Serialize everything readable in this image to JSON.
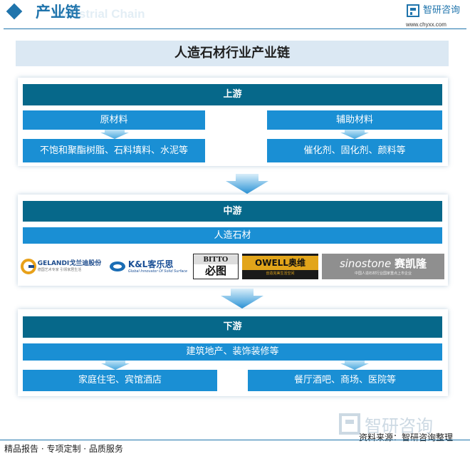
{
  "header": {
    "title": "产业链",
    "subtitle_en": "Industrial Chain",
    "brand_name": "智研咨询",
    "brand_url": "www.chyxx.com"
  },
  "main_title": "人造石材行业产业链",
  "upstream": {
    "label": "上游",
    "left": {
      "title": "原材料",
      "items": "不饱和聚酯树脂、石料填料、水泥等"
    },
    "right": {
      "title": "辅助材料",
      "items": "催化剂、固化剂、颜料等"
    }
  },
  "midstream": {
    "label": "中游",
    "product": "人造石材",
    "logos": [
      {
        "name": "GELANDI",
        "cn": "戈兰迪股份",
        "tagline": "德国艺术专家 引领家居生活"
      },
      {
        "name": "K&L",
        "cn": "客乐思",
        "tagline": "Global Innovator Of Solid Surface"
      },
      {
        "name": "BITTO",
        "cn": "必图"
      },
      {
        "name": "OWELL",
        "cn": "奥维",
        "tagline": "创造完美生活空间"
      },
      {
        "name": "sinostone",
        "cn": "赛凯隆",
        "tagline": "中国人造石材行业国家重点上市企业"
      }
    ]
  },
  "downstream": {
    "label": "下游",
    "category": "建筑地产、装饰装修等",
    "left": "家庭住宅、宾馆酒店",
    "right": "餐厅酒吧、商场、医院等"
  },
  "footer": {
    "left": "精品报告 · 专项定制 · 品质服务",
    "source": "资料来源：智研咨询整理",
    "watermark": "智研咨询"
  },
  "colors": {
    "dark_bar": "#06688a",
    "blue_box": "#1a8fd4",
    "accent": "#1f74ac"
  }
}
